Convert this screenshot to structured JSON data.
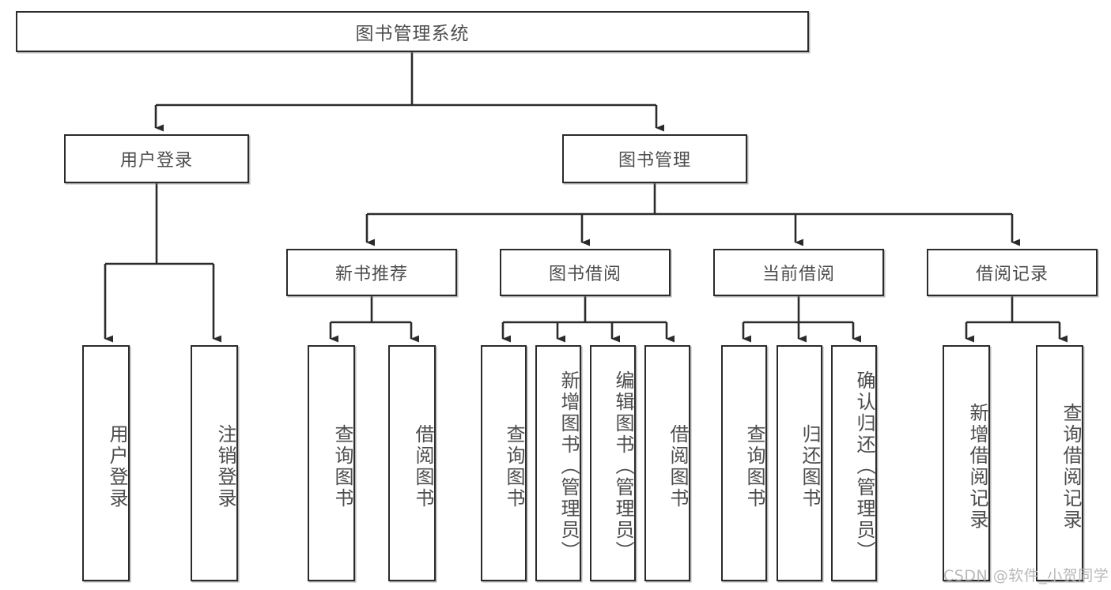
{
  "diagram": {
    "title": "图书管理系统",
    "type": "tree",
    "watermark": "CSDN @软件_小贺同学",
    "colors": {
      "stroke": "#2b2b2b",
      "fill": "#ffffff",
      "text": "#4d4d4d",
      "watermark": "#b9b9b9"
    }
  },
  "root": {
    "label": "图书管理系统"
  },
  "level2": [
    {
      "label": "用户登录"
    },
    {
      "label": "图书管理"
    }
  ],
  "level3": [
    {
      "label": "新书推荐"
    },
    {
      "label": "图书借阅"
    },
    {
      "label": "当前借阅"
    },
    {
      "label": "借阅记录"
    }
  ],
  "leaves": {
    "user_login": [
      {
        "label": "用户登录"
      },
      {
        "label": "注销登录"
      }
    ],
    "new_book": [
      {
        "label": "查询图书"
      },
      {
        "label": "借阅图书"
      }
    ],
    "book_borrow": [
      {
        "label": "查询图书"
      },
      {
        "label": "新增图书（管理员）"
      },
      {
        "label": "编辑图书（管理员）"
      },
      {
        "label": "借阅图书"
      }
    ],
    "current_borrow": [
      {
        "label": "查询图书"
      },
      {
        "label": "归还图书"
      },
      {
        "label": "确认归还（管理员）"
      }
    ],
    "borrow_record": [
      {
        "label": "新增借阅记录"
      },
      {
        "label": "查询借阅记录"
      }
    ]
  }
}
